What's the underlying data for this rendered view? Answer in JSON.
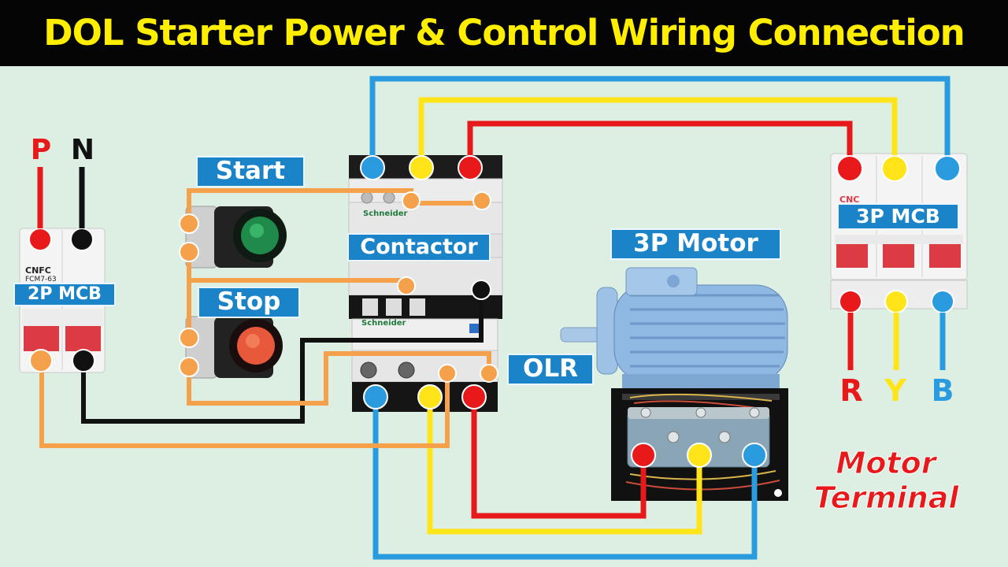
{
  "title": "DOL Starter Power & Control Wiring Connection",
  "labels": {
    "p": "P",
    "n": "N",
    "mcb_2p": "2P MCB",
    "mcb_2p_brand": "CNFC",
    "mcb_2p_model": "FCM7-63",
    "start": "Start",
    "stop": "Stop",
    "contactor": "Contactor",
    "contactor_brand": "Schneider",
    "olr": "OLR",
    "olr_brand": "Schneider",
    "motor": "3P Motor",
    "mcb_3p": "3P MCB",
    "mcb_3p_brand": "CNC",
    "phase_r": "R",
    "phase_y": "Y",
    "phase_b": "B",
    "motor_terminal_1": "Motor",
    "motor_terminal_2": "Terminal"
  },
  "colors": {
    "red_phase": "#e8191b",
    "yellow_phase": "#ffe41a",
    "blue_phase": "#2b9be0",
    "neutral": "#111111",
    "control": "#f5a04a",
    "tag_bg": "#1b84c9",
    "title_bg": "#050505",
    "title_text": "#ffee00"
  }
}
